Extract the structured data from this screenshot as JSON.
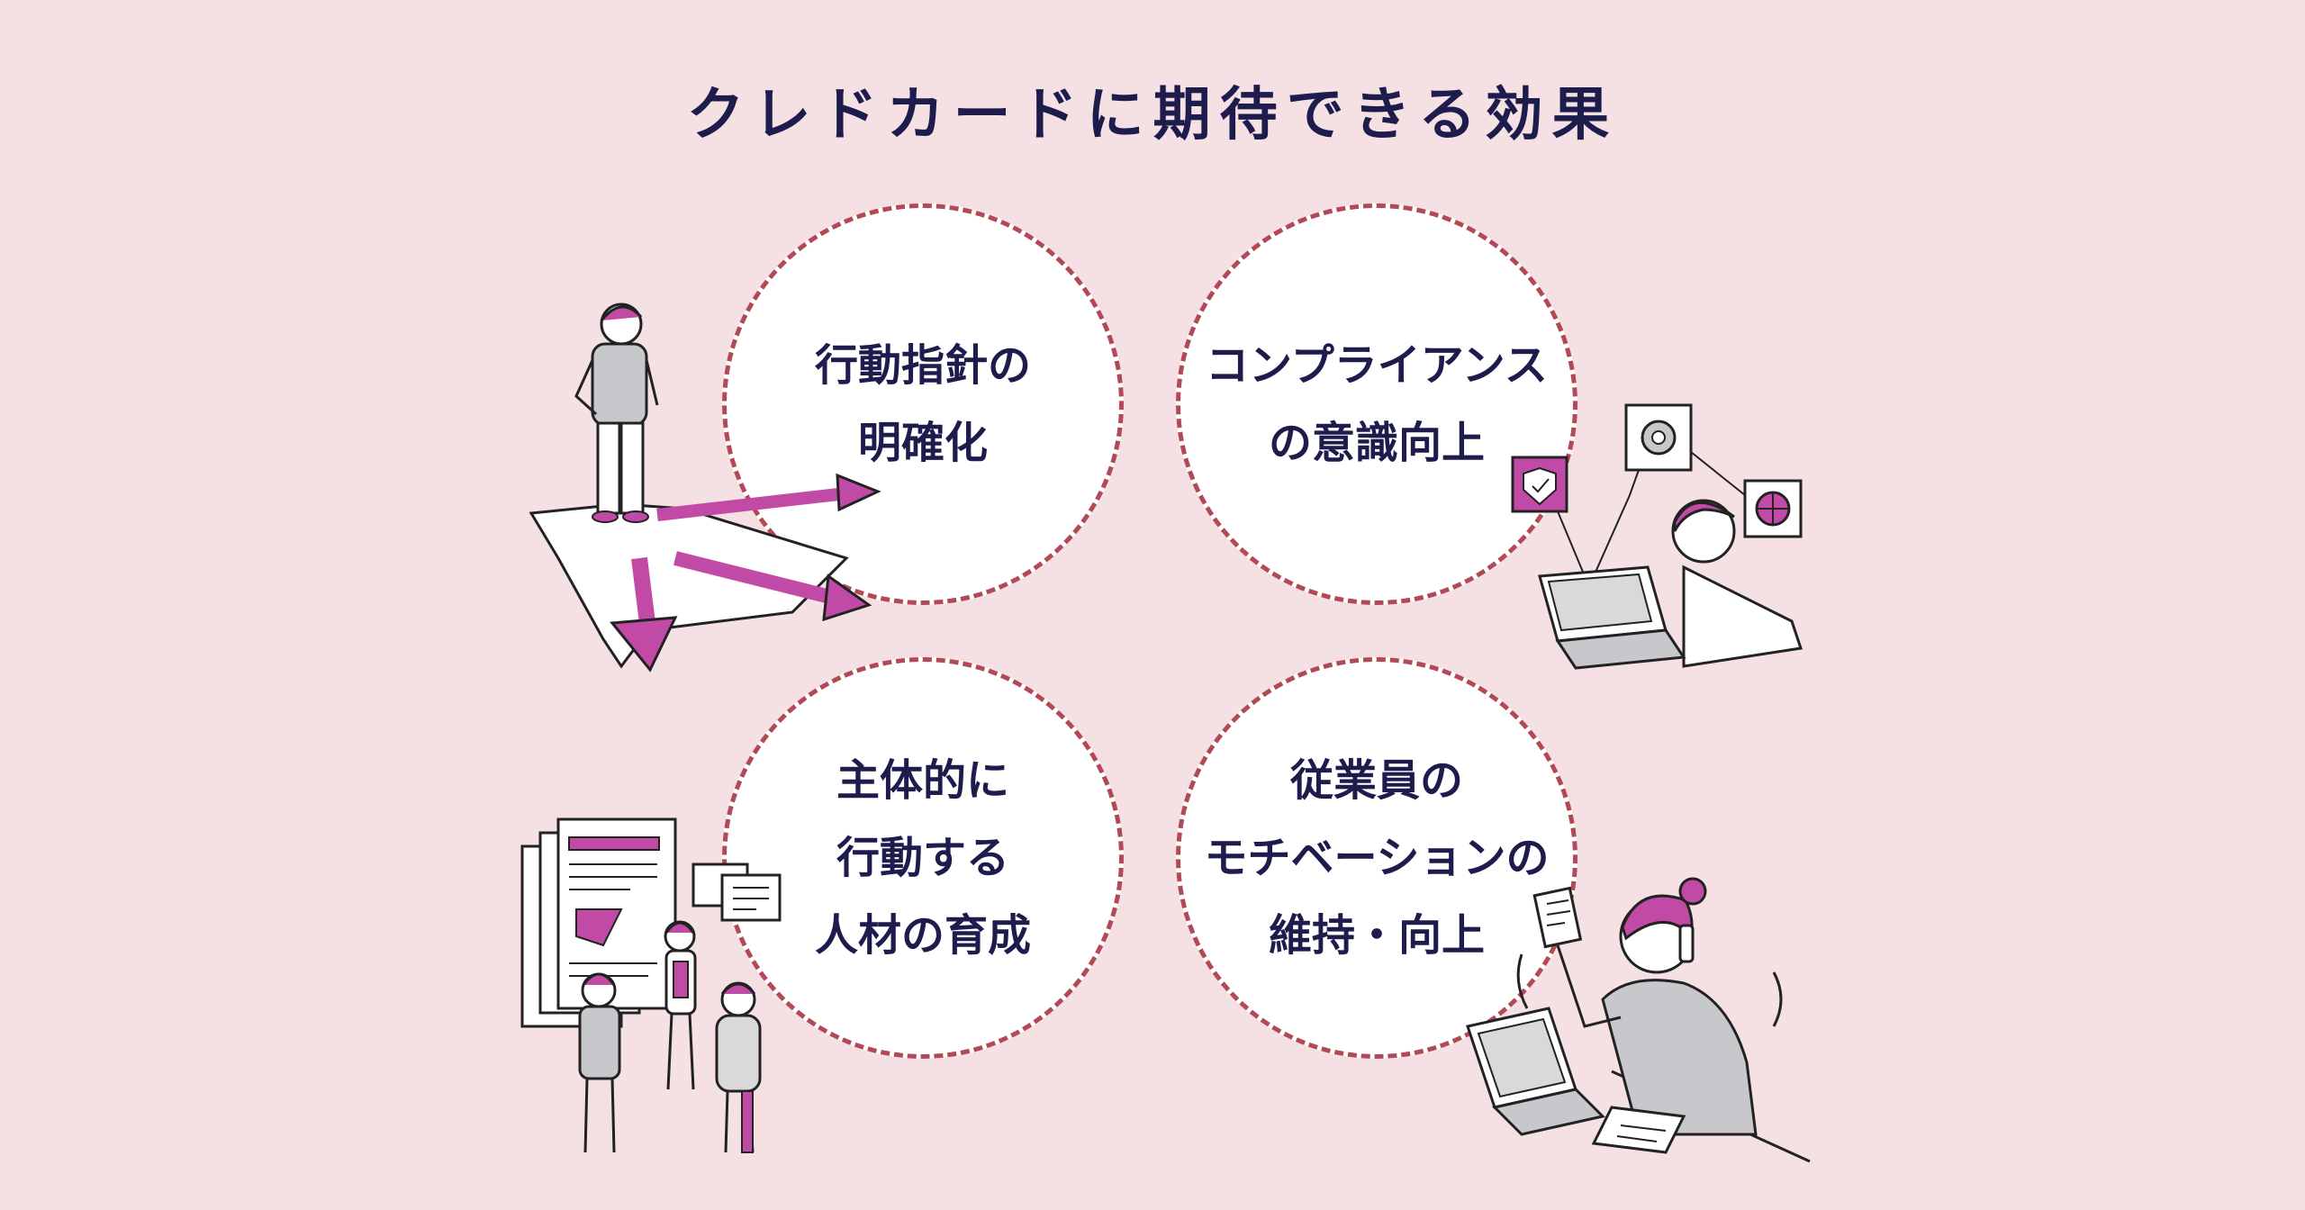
{
  "title": "クレドカードに期待できる効果",
  "colors": {
    "background": "#f5e1e3",
    "title_text": "#1d1c4d",
    "circle_border": "#b24a55",
    "accent_magenta": "#c04aa6",
    "line": "#222222",
    "light_gray": "#c8c8cc"
  },
  "effects": [
    {
      "lines": [
        "行動指針の",
        "明確化"
      ],
      "illustration": "person-at-crossroads"
    },
    {
      "lines": [
        "コンプライアンス",
        "の意識向上"
      ],
      "illustration": "person-at-laptop-security-icons"
    },
    {
      "lines": [
        "主体的に",
        "行動する",
        "人材の育成"
      ],
      "illustration": "people-discussing-documents"
    },
    {
      "lines": [
        "従業員の",
        "モチベーションの",
        "維持・向上"
      ],
      "illustration": "person-on-phone-at-desk"
    }
  ],
  "icons": [
    "shield-check-icon",
    "gear-icon",
    "globe-icon"
  ]
}
